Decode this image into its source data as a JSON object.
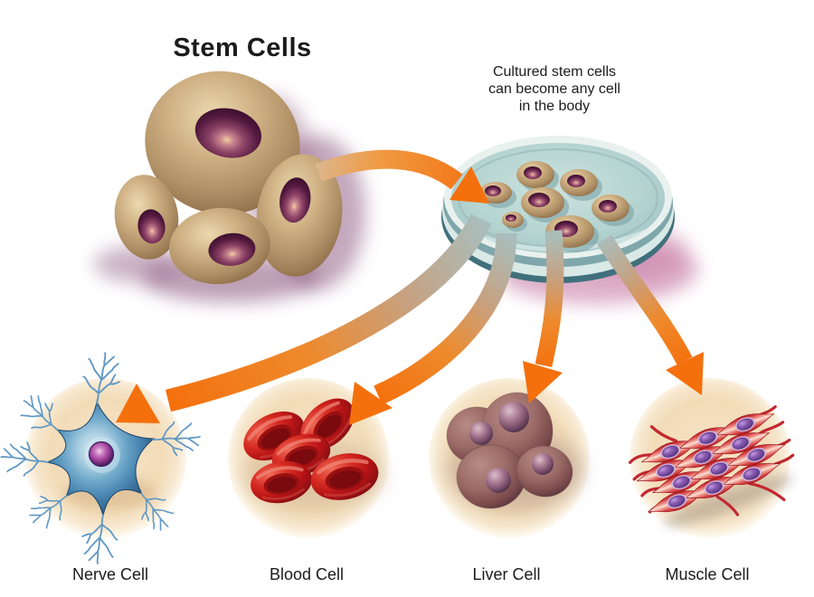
{
  "title": "Stem Cells",
  "caption": {
    "line1": "Cultured stem cells",
    "line2": "can become any cell",
    "line3": "in the body"
  },
  "cell_types": [
    {
      "label": "Nerve Cell"
    },
    {
      "label": "Blood Cell"
    },
    {
      "label": "Liver Cell"
    },
    {
      "label": "Muscle Cell"
    }
  ],
  "colors": {
    "arrow_orange": "#F4700D",
    "stem_cell_tan": "#C5A77C",
    "nucleus_purple": "#471535",
    "dish_teal": "#B7D5D2",
    "circle_peach": "#F3DDBB",
    "nerve_blue": "#3F7FAE",
    "blood_red": "#C61A1A",
    "liver_mauve": "#9C6A67",
    "muscle_red": "#D93838",
    "text_black": "#1B1B1B"
  }
}
